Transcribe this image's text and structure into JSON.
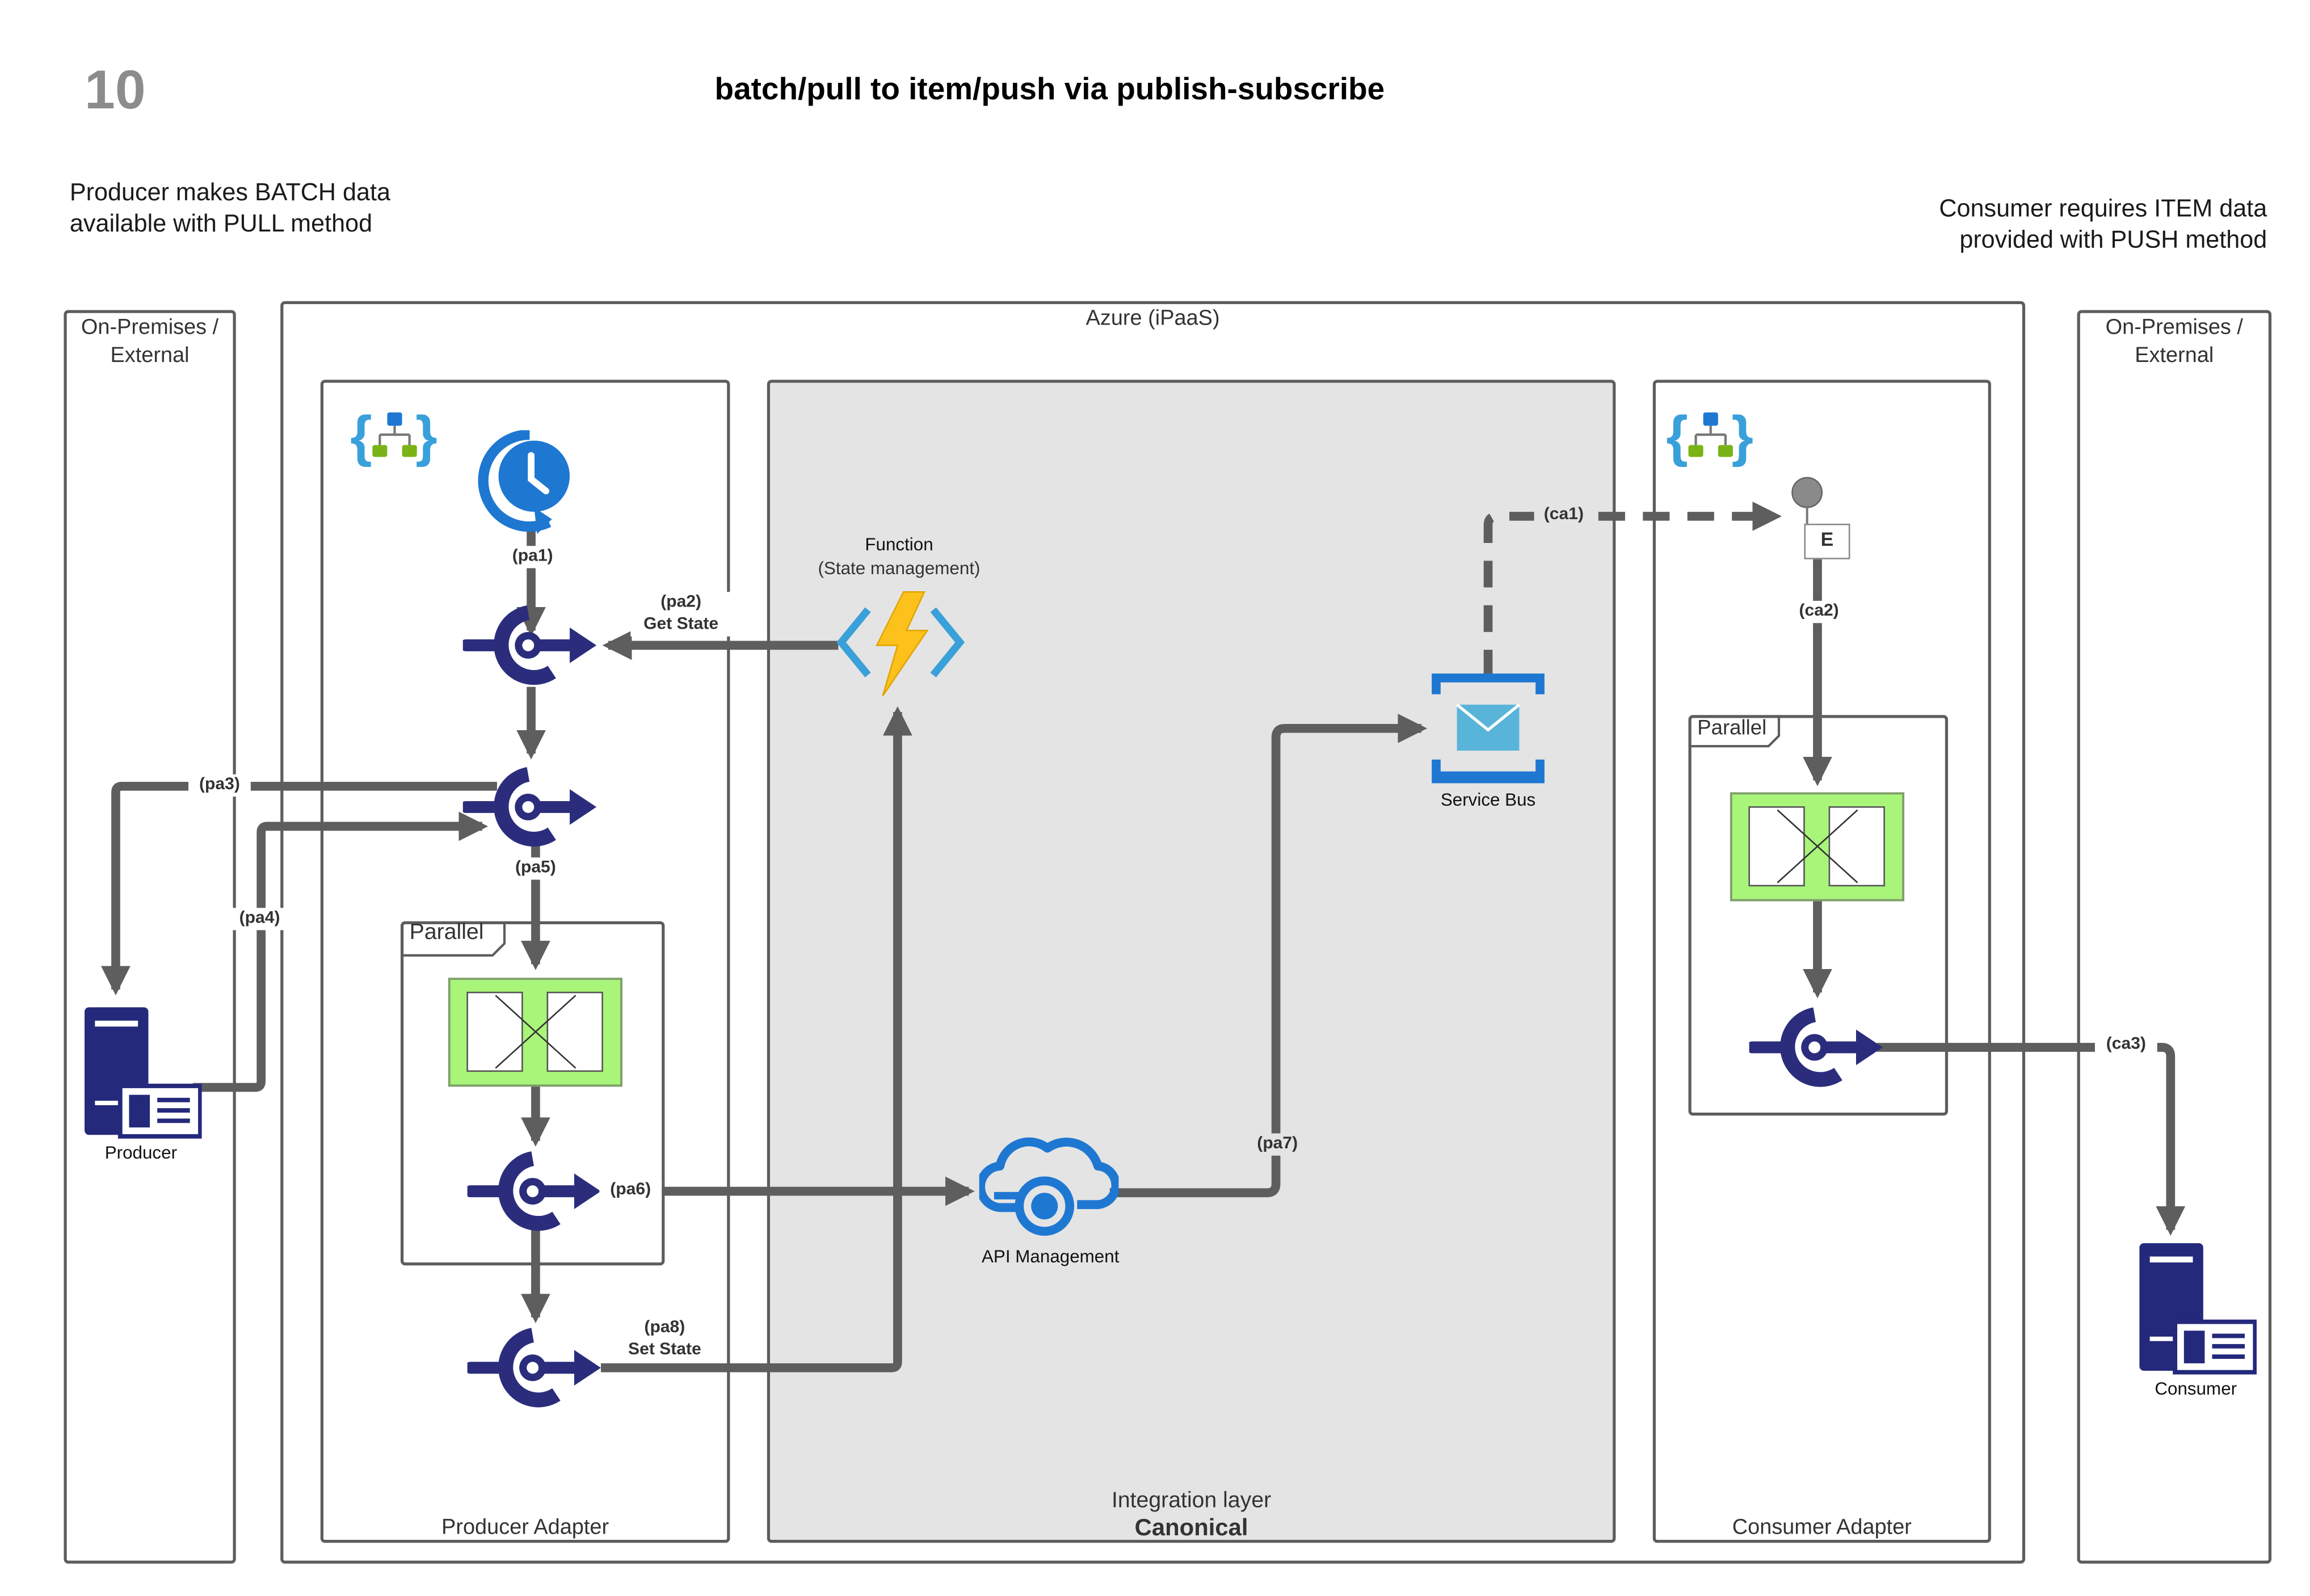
{
  "header": {
    "page_number": "10",
    "title": "batch/pull to item/push via publish-subscribe"
  },
  "notes": {
    "producer": [
      "Producer makes BATCH data",
      "available with PULL method"
    ],
    "consumer": [
      "Consumer requires ITEM data",
      "provided with PUSH method"
    ]
  },
  "zones": {
    "left_onprem": [
      "On-Premises /",
      "External"
    ],
    "azure": "Azure (iPaaS)",
    "right_onprem": [
      "On-Premises /",
      "External"
    ],
    "producer_adapter": "Producer Adapter",
    "integration_layer": "Integration layer",
    "integration_layer_sub": "Canonical",
    "consumer_adapter": "Consumer Adapter"
  },
  "components": {
    "producer": "Producer",
    "consumer": "Consumer",
    "function_title": "Function",
    "function_sub": "(State management)",
    "service_bus": "Service Bus",
    "api_management": "API Management",
    "parallel_left": "Parallel",
    "parallel_right": "Parallel",
    "event_marker": "E"
  },
  "flows": {
    "pa1": "(pa1)",
    "pa2": "(pa2)",
    "pa2_sub": "Get State",
    "pa3": "(pa3)",
    "pa4": "(pa4)",
    "pa5": "(pa5)",
    "pa6": "(pa6)",
    "pa7": "(pa7)",
    "pa8": "(pa8)",
    "pa8_sub": "Set State",
    "ca1": "(ca1)",
    "ca2": "(ca2)",
    "ca3": "(ca3)"
  },
  "colors": {
    "connector": "#5e5e5e",
    "api_connector_icon": "#2b2d7c",
    "azure_blue": "#1e78d2",
    "function_yellow": "#fcc21b",
    "scope_green": "#a9f57a",
    "integration_fill": "#e4e4e4",
    "server_navy": "#24297c"
  }
}
